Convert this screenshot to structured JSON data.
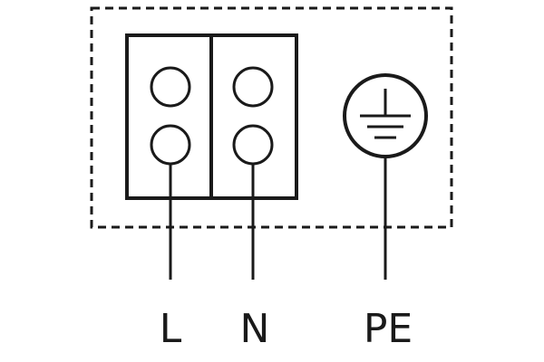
{
  "terminals": [
    {
      "id": "L",
      "label": "L"
    },
    {
      "id": "N",
      "label": "N"
    },
    {
      "id": "PE",
      "label": "PE"
    }
  ],
  "colors": {
    "line": "#1a1a1a",
    "background": "#ffffff"
  },
  "icons": [
    "ground-icon"
  ]
}
